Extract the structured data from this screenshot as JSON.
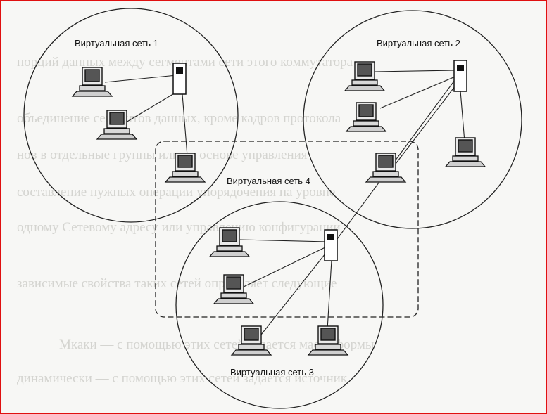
{
  "figure": {
    "networks": [
      {
        "label": "Виртуальная сеть 1"
      },
      {
        "label": "Виртуальная сеть 2"
      },
      {
        "label": "Виртуальная сеть 3"
      },
      {
        "label": "Виртуальная сеть 4"
      }
    ],
    "bleed_through_text": [
      "порций данных между сегментами сети этого коммутатора",
      "объединение сегментов данных, кроме кадров протокола",
      "нов в отдельные группы или на основе управления",
      "составление нужных операции упорядочения на уровне",
      "одному Сетевому адресу или управлению конфигурации",
      "зависимые свойства таких сетей определяет следующие",
      "Мкаки — с помощью этих сетей задается маска формы",
      "динамически — с помощью этих сетей задается источник"
    ]
  }
}
